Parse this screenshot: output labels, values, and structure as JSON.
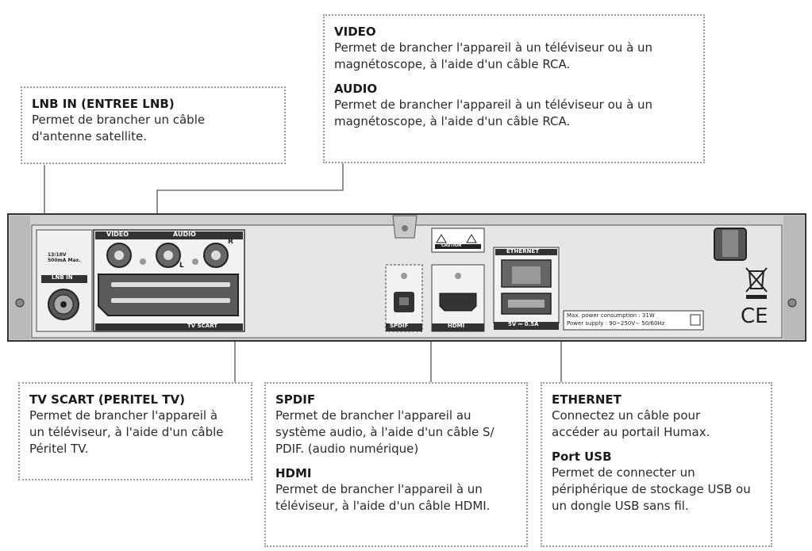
{
  "callouts": {
    "lnb": {
      "title": "LNB IN (ENTREE LNB)",
      "desc": "Permet de brancher un câble d'antenne satellite."
    },
    "video": {
      "title": "VIDEO",
      "desc": "Permet de brancher l'appareil à un téléviseur ou à un magnétoscope, à l'aide d'un câble RCA."
    },
    "audio": {
      "title": "AUDIO",
      "desc": "Permet de brancher l'appareil à un téléviseur ou à un magnétoscope, à l'aide d'un câble RCA."
    },
    "scart": {
      "title": "TV SCART (PERITEL TV)",
      "desc": "Permet de brancher l'appareil à un téléviseur, à l'aide d'un câble Péritel TV."
    },
    "spdif": {
      "title": "SPDIF",
      "desc": "Permet de brancher l'appareil au système audio, à l'aide d'un câble S/ PDIF. (audio numérique)"
    },
    "hdmi": {
      "title": "HDMI",
      "desc": "Permet de brancher l'appareil à un téléviseur, à l'aide d'un câble HDMI."
    },
    "ethernet": {
      "title": "ETHERNET",
      "desc": "Connectez un câble pour accéder au portail Humax."
    },
    "usb": {
      "title": "Port USB",
      "desc": "Permet de connecter un périphérique de stockage USB ou un dongle USB sans fil."
    }
  },
  "panel_labels": {
    "video": "VIDEO",
    "audio": "AUDIO",
    "audio_l": "L",
    "audio_r": "R",
    "lnb_rating": "13/18V\n500mA Max.",
    "lnb_in": "LNB IN",
    "tv_scart": "TV SCART",
    "spdif": "SPDIF",
    "hdmi": "HDMI",
    "ethernet": "ETHERNET",
    "usb_rating": "5V ⎓ 0.5A",
    "caution": "CAUTION",
    "power_line1": "Max. power consumption : 31W",
    "power_line2": "Power supply : 90~250V∼ 50/60Hz",
    "ce": "CE"
  },
  "colors": {
    "panel": "#d8d8d8",
    "panel_dark": "#4a4a4a",
    "border": "#9a9a9a"
  }
}
